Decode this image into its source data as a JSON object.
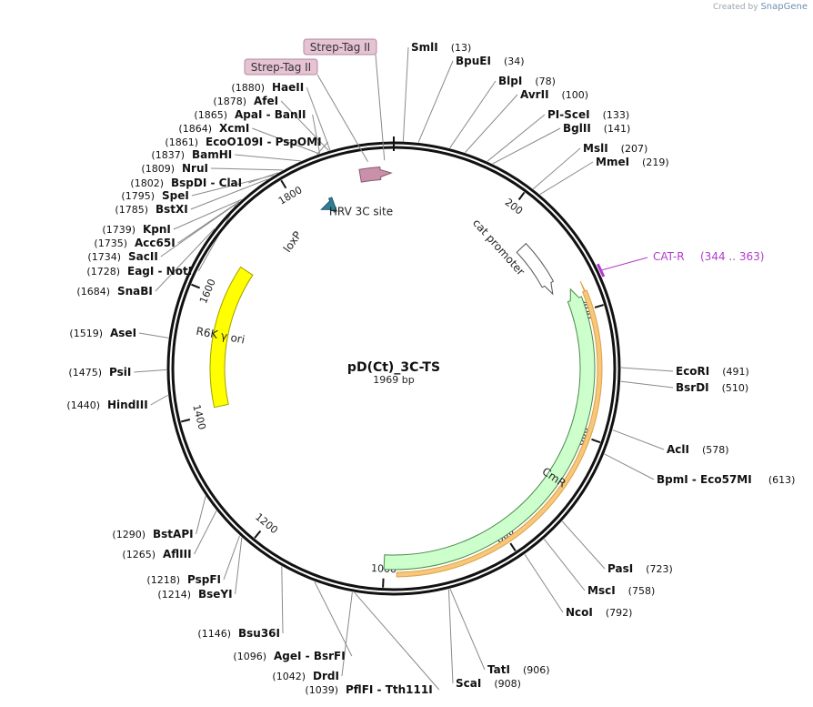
{
  "branding": {
    "created_by": "Created by",
    "product": "SnapGene"
  },
  "plasmid": {
    "name": "pD(Ct)_3C-TS",
    "length_label": "1969 bp",
    "length": 1969
  },
  "ticks": [
    {
      "pos": 200,
      "label": "200"
    },
    {
      "pos": 400,
      "label": "400"
    },
    {
      "pos": 600,
      "label": "600"
    },
    {
      "pos": 800,
      "label": "800"
    },
    {
      "pos": 1000,
      "label": "1000"
    },
    {
      "pos": 1200,
      "label": "1200"
    },
    {
      "pos": 1400,
      "label": "1400"
    },
    {
      "pos": 1600,
      "label": "1600"
    },
    {
      "pos": 1800,
      "label": "1800"
    }
  ],
  "features": [
    {
      "name": "CmR",
      "start": 360,
      "end": 1000,
      "color": "#ccffcc",
      "stroke": "#4a8a4a",
      "direction": "reverse",
      "label_inside": true
    },
    {
      "name": "R6K γ ori",
      "start": 1410,
      "end": 1660,
      "color": "#ffff00",
      "stroke": "#a0a000",
      "direction": "none",
      "label_inside": true
    },
    {
      "name": "cat promoter",
      "start": 255,
      "end": 355,
      "color": "#ffffff",
      "stroke": "#555555",
      "direction": "forward",
      "label_inside": false
    },
    {
      "name": "loxP",
      "start": 1835,
      "end": 1860,
      "color": "#2e7f95",
      "stroke": "#1d5566",
      "direction": "reverse",
      "label_inside": false
    },
    {
      "name": "HRV 3C site",
      "start": 1915,
      "end": 1965,
      "color": "#c990aa",
      "stroke": "#8a5a70",
      "direction": "forward",
      "label_inside": false
    }
  ],
  "tags": [
    "Strep-Tag II",
    "Strep-Tag II"
  ],
  "primer": {
    "name": "CAT-R",
    "range": "(344 .. 363)",
    "color": "#b23ccc"
  },
  "sites": [
    {
      "name": "SmlI",
      "pos": "(13)",
      "bp": 13
    },
    {
      "name": "BpuEI",
      "pos": "(34)",
      "bp": 34
    },
    {
      "name": "BlpI",
      "pos": "(78)",
      "bp": 78
    },
    {
      "name": "AvrII",
      "pos": "(100)",
      "bp": 100
    },
    {
      "name": "PI-SceI",
      "pos": "(133)",
      "bp": 133
    },
    {
      "name": "BglII",
      "pos": "(141)",
      "bp": 141
    },
    {
      "name": "MslI",
      "pos": "(207)",
      "bp": 207
    },
    {
      "name": "MmeI",
      "pos": "(219)",
      "bp": 219
    },
    {
      "name": "EcoRI",
      "pos": "(491)",
      "bp": 491
    },
    {
      "name": "BsrDI",
      "pos": "(510)",
      "bp": 510
    },
    {
      "name": "AclI",
      "pos": "(578)",
      "bp": 578
    },
    {
      "name": "BpmI  - Eco57MI",
      "pos": "(613)",
      "bp": 613
    },
    {
      "name": "PasI",
      "pos": "(723)",
      "bp": 723
    },
    {
      "name": "MscI",
      "pos": "(758)",
      "bp": 758
    },
    {
      "name": "NcoI",
      "pos": "(792)",
      "bp": 792
    },
    {
      "name": "TatI",
      "pos": "(906)",
      "bp": 906
    },
    {
      "name": "ScaI",
      "pos": "(908)",
      "bp": 908
    },
    {
      "name": "DrdI",
      "pos": "(1042)",
      "bp": 1042
    },
    {
      "name": "PflFI  - Tth111I",
      "pos": "(1039)",
      "bp": 1039
    },
    {
      "name": "AgeI  - BsrFI",
      "pos": "(1096)",
      "bp": 1096
    },
    {
      "name": "Bsu36I",
      "pos": "(1146)",
      "bp": 1146
    },
    {
      "name": "BseYI",
      "pos": "(1214)",
      "bp": 1214
    },
    {
      "name": "PspFI",
      "pos": "(1218)",
      "bp": 1218
    },
    {
      "name": "AflIII",
      "pos": "(1265)",
      "bp": 1265
    },
    {
      "name": "BstAPI",
      "pos": "(1290)",
      "bp": 1290
    },
    {
      "name": "HindIII",
      "pos": "(1440)",
      "bp": 1440
    },
    {
      "name": "PsiI",
      "pos": "(1475)",
      "bp": 1475
    },
    {
      "name": "AseI",
      "pos": "(1519)",
      "bp": 1519
    },
    {
      "name": "SnaBI",
      "pos": "(1684)",
      "bp": 1684
    },
    {
      "name": "EagI  - NotI",
      "pos": "(1728)",
      "bp": 1728
    },
    {
      "name": "SacII",
      "pos": "(1734)",
      "bp": 1734
    },
    {
      "name": "Acc65I",
      "pos": "(1735)",
      "bp": 1735
    },
    {
      "name": "KpnI",
      "pos": "(1739)",
      "bp": 1739
    },
    {
      "name": "BstXI",
      "pos": "(1785)",
      "bp": 1785
    },
    {
      "name": "SpeI",
      "pos": "(1795)",
      "bp": 1795
    },
    {
      "name": "BspDI  - ClaI",
      "pos": "(1802)",
      "bp": 1802
    },
    {
      "name": "NruI",
      "pos": "(1809)",
      "bp": 1809
    },
    {
      "name": "BamHI",
      "pos": "(1837)",
      "bp": 1837
    },
    {
      "name": "EcoO109I  - PspOMI",
      "pos": "(1861)",
      "bp": 1861
    },
    {
      "name": "XcmI",
      "pos": "(1864)",
      "bp": 1864
    },
    {
      "name": "ApaI  - BanII",
      "pos": "(1865)",
      "bp": 1865
    },
    {
      "name": "AfeI",
      "pos": "(1878)",
      "bp": 1878
    },
    {
      "name": "HaeII",
      "pos": "(1880)",
      "bp": 1880
    }
  ]
}
